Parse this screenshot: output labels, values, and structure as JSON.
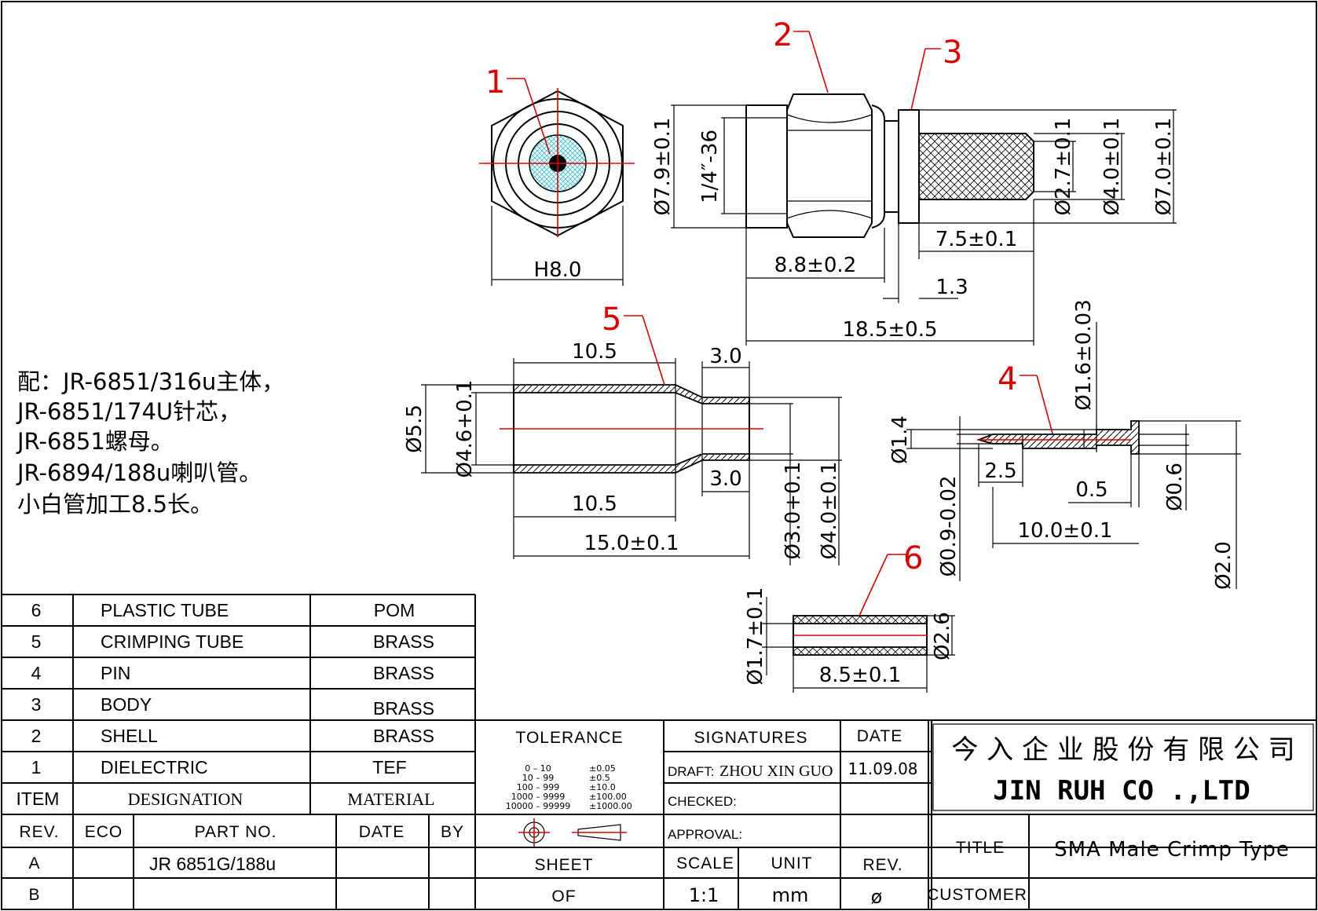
{
  "callouts": [
    "1",
    "2",
    "3",
    "4",
    "5",
    "6"
  ],
  "dimensions": {
    "front": [
      "H8.0"
    ],
    "side": [
      "Ø7.9±0.1",
      "1/4″-36",
      "Ø2.7±0.1",
      "Ø4.0±0.1",
      "Ø7.0±0.1",
      "7.5±0.1",
      "8.8±0.2",
      "1.3",
      "18.5±0.5"
    ],
    "crimp": [
      "10.5",
      "3.0",
      "Ø5.5",
      "Ø4.6+0.1",
      "3.0",
      "10.5",
      "15.0±0.1",
      "Ø3.0+0.1",
      "Ø4.0±0.1"
    ],
    "pin": [
      "Ø1.6±0.03",
      "Ø1.4",
      "2.5",
      "0.5",
      "Ø0.6",
      "10.0±0.1",
      "Ø0.9-0.02",
      "Ø2.0"
    ],
    "plastic": [
      "Ø1.7±0.1",
      "Ø2.6",
      "8.5±0.1"
    ]
  },
  "notes": [
    "配：JR-6851/316u主体，",
    "JR-6851/174U针芯，",
    "JR-6851螺母。",
    "JR-6894/188u喇叭管。",
    "小白管加工8.5长。"
  ],
  "bom": {
    "rows": [
      {
        "item": "6",
        "designation": "PLASTIC  TUBE",
        "material": "POM"
      },
      {
        "item": "5",
        "designation": "CRIMPING  TUBE",
        "material": "BRASS"
      },
      {
        "item": "4",
        "designation": "PIN",
        "material": "BRASS"
      },
      {
        "item": "3",
        "designation": "BODY",
        "material": "BRASS"
      },
      {
        "item": "2",
        "designation": "SHELL",
        "material": "BRASS"
      },
      {
        "item": "1",
        "designation": "DIELECTRIC",
        "material": "TEF"
      }
    ],
    "header": {
      "item": "ITEM",
      "designation": "DESIGNATION",
      "material": "MATERIAL"
    }
  },
  "revisions": {
    "header": {
      "rev": "REV.",
      "eco": "ECO",
      "part": "PART  NO.",
      "date": "DATE",
      "by": "BY"
    },
    "rows": [
      {
        "rev": "A",
        "part": "JR  6851G/188u"
      },
      {
        "rev": "B",
        "part": ""
      }
    ]
  },
  "tolerance": {
    "title": "TOLERANCE",
    "rows": [
      {
        "range": "0  –  10",
        "tol": "±0.05"
      },
      {
        "range": "10  –  99",
        "tol": "±0.5"
      },
      {
        "range": "100  –  999",
        "tol": "±10.0"
      },
      {
        "range": "1000  –  9999",
        "tol": "±100.00"
      },
      {
        "range": "10000  –  99999",
        "tol": "±1000.00"
      }
    ]
  },
  "signatures": {
    "title": "SIGNATURES",
    "date_label": "DATE",
    "draft_label": "DRAFT:",
    "draft_name": "ZHOU  XIN  GUO",
    "draft_date": "11.09.08",
    "checked_label": "CHECKED:",
    "approval_label": "APPROVAL:"
  },
  "company": {
    "name_cn": "今 入 企 业 股 份 有 限 公 司",
    "name_en": "JIN  RUH  CO .,LTD"
  },
  "title_block": {
    "title_label": "TITLE",
    "title": "SMA  Male  Crimp  Type",
    "customer_label": "CUSTOMER",
    "sheet_label": "SHEET",
    "of_label": "OF",
    "scale_label": "SCALE",
    "scale": "1:1",
    "unit_label": "UNIT",
    "unit": "mm",
    "rev_label": "REV.",
    "rev": "ø"
  },
  "colors": {
    "line": "#000000",
    "callout": "#e00000",
    "hatch": "#4fc8d8"
  }
}
